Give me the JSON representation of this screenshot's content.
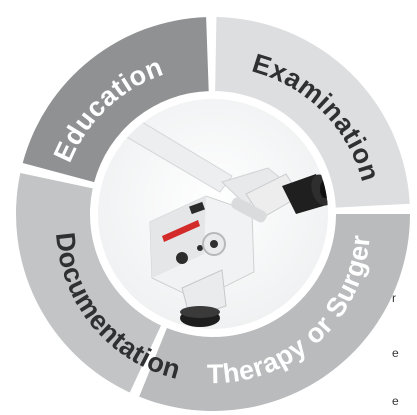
{
  "segments": [
    {
      "label": "Education",
      "color": "#8f9192",
      "text_color": "#ffffff"
    },
    {
      "label": "Examination",
      "color": "#dcdedf",
      "text_color": "#2f3031"
    },
    {
      "label": "Therapy or Surgery",
      "color": "#b9bbbc",
      "text_color": "#ffffff"
    },
    {
      "label": "Documentation",
      "color": "#c2c4c5",
      "text_color": "#2f3031"
    }
  ],
  "center_image": {
    "subject": "surgical microscope",
    "icon": "microscope-photo"
  },
  "side_text": [
    "r",
    "e",
    "e"
  ]
}
